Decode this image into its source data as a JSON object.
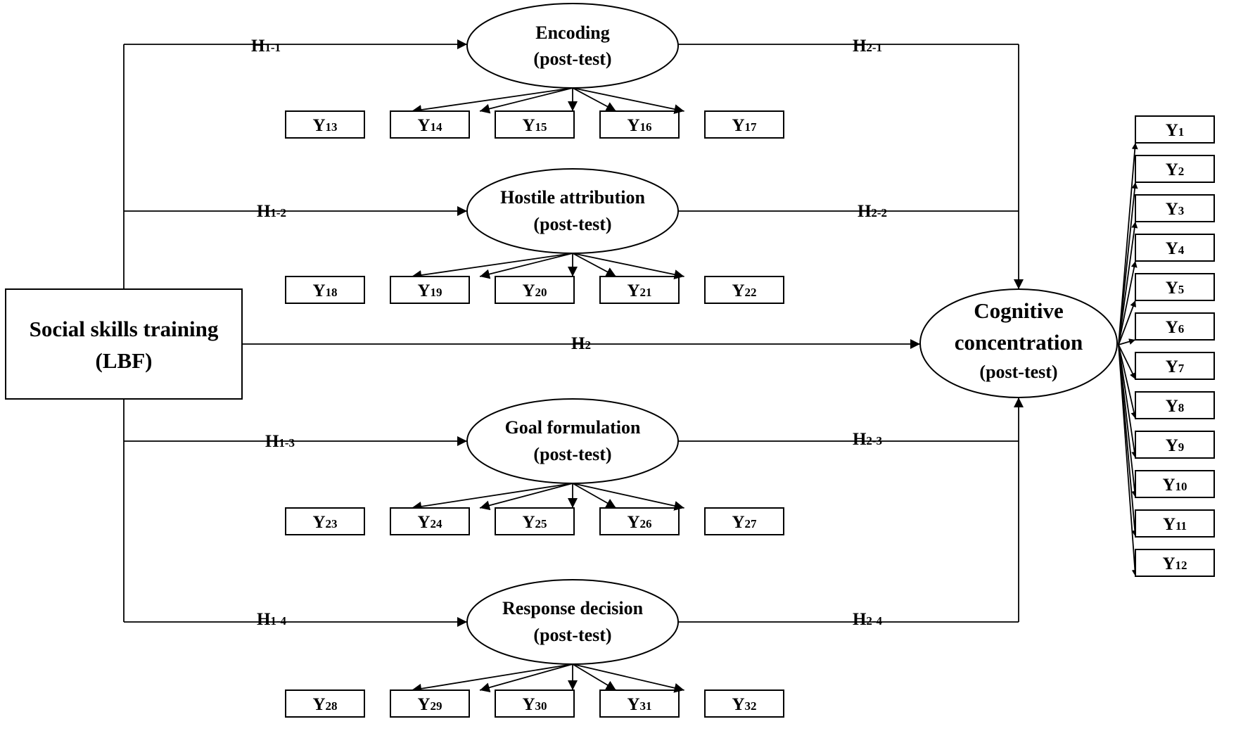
{
  "exogenous": {
    "line1": "Social skills training",
    "line2": "(LBF)"
  },
  "outcome": {
    "line1": "Cognitive",
    "line2": "concentration",
    "line3": "(post-test)"
  },
  "mediators": [
    {
      "line1": "Encoding",
      "line2": "(post-test)",
      "h1": {
        "main": "H",
        "sub": "1-1"
      },
      "h2": {
        "main": "H",
        "sub": "2-1"
      },
      "indicators": [
        {
          "main": "Y",
          "sub": "13"
        },
        {
          "main": "Y",
          "sub": "14"
        },
        {
          "main": "Y",
          "sub": "15"
        },
        {
          "main": "Y",
          "sub": "16"
        },
        {
          "main": "Y",
          "sub": "17"
        }
      ]
    },
    {
      "line1": "Hostile attribution",
      "line2": "(post-test)",
      "h1": {
        "main": "H",
        "sub": "1-2"
      },
      "h2": {
        "main": "H",
        "sub": "2-2"
      },
      "indicators": [
        {
          "main": "Y",
          "sub": "18"
        },
        {
          "main": "Y",
          "sub": "19"
        },
        {
          "main": "Y",
          "sub": "20"
        },
        {
          "main": "Y",
          "sub": "21"
        },
        {
          "main": "Y",
          "sub": "22"
        }
      ]
    },
    {
      "line1": "Goal formulation",
      "line2": "(post-test)",
      "h1": {
        "main": "H",
        "sub": "1-3"
      },
      "h2": {
        "main": "H",
        "sub": "2-3"
      },
      "indicators": [
        {
          "main": "Y",
          "sub": "23"
        },
        {
          "main": "Y",
          "sub": "24"
        },
        {
          "main": "Y",
          "sub": "25"
        },
        {
          "main": "Y",
          "sub": "26"
        },
        {
          "main": "Y",
          "sub": "27"
        }
      ]
    },
    {
      "line1": "Response decision",
      "line2": "(post-test)",
      "h1": {
        "main": "H",
        "sub": "1-4"
      },
      "h2": {
        "main": "H",
        "sub": "2-4"
      },
      "indicators": [
        {
          "main": "Y",
          "sub": "28"
        },
        {
          "main": "Y",
          "sub": "29"
        },
        {
          "main": "Y",
          "sub": "30"
        },
        {
          "main": "Y",
          "sub": "31"
        },
        {
          "main": "Y",
          "sub": "32"
        }
      ]
    }
  ],
  "direct_path": {
    "main": "H",
    "sub": "2"
  },
  "outcome_indicators": [
    {
      "main": "Y",
      "sub": "1"
    },
    {
      "main": "Y",
      "sub": "2"
    },
    {
      "main": "Y",
      "sub": "3"
    },
    {
      "main": "Y",
      "sub": "4"
    },
    {
      "main": "Y",
      "sub": "5"
    },
    {
      "main": "Y",
      "sub": "6"
    },
    {
      "main": "Y",
      "sub": "7"
    },
    {
      "main": "Y",
      "sub": "8"
    },
    {
      "main": "Y",
      "sub": "9"
    },
    {
      "main": "Y",
      "sub": "10"
    },
    {
      "main": "Y",
      "sub": "11"
    },
    {
      "main": "Y",
      "sub": "12"
    }
  ]
}
